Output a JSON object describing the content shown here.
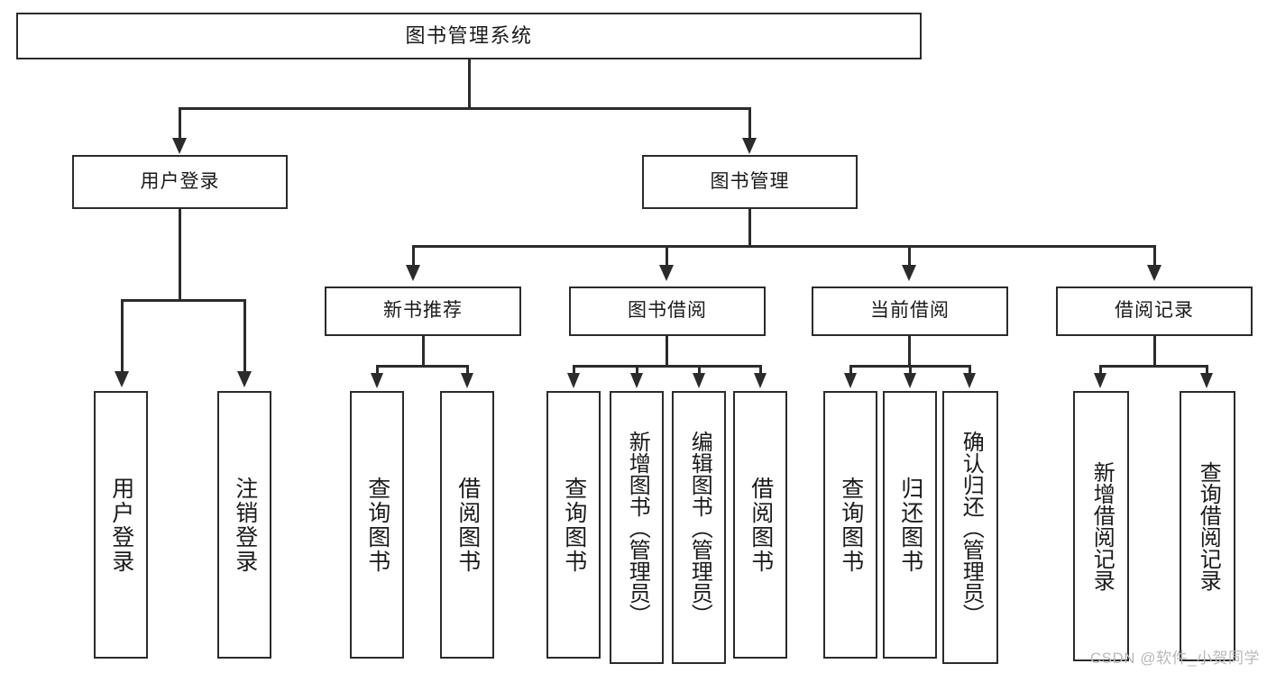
{
  "diagram": {
    "type": "tree",
    "title": "图书管理系统",
    "watermark": "CSDN @软件_小贺同学",
    "levels": {
      "root": {
        "label": "图书管理系统"
      },
      "level2": [
        {
          "label": "用户登录"
        },
        {
          "label": "图书管理"
        }
      ],
      "level3": [
        {
          "label": "新书推荐"
        },
        {
          "label": "图书借阅"
        },
        {
          "label": "当前借阅"
        },
        {
          "label": "借阅记录"
        }
      ],
      "leaves": {
        "user_login": [
          {
            "label": "用户登录"
          },
          {
            "label": "注销登录"
          }
        ],
        "new_book_recommend": [
          {
            "label": "查询图书"
          },
          {
            "label": "借阅图书"
          }
        ],
        "book_borrow": [
          {
            "label": "查询图书"
          },
          {
            "label": "新增图书（管理员）"
          },
          {
            "label": "编辑图书（管理员）"
          },
          {
            "label": "借阅图书"
          }
        ],
        "current_borrow": [
          {
            "label": "查询图书"
          },
          {
            "label": "归还图书"
          },
          {
            "label": "确认归还（管理员）"
          }
        ],
        "borrow_record": [
          {
            "label": "新增借阅记录"
          },
          {
            "label": "查询借阅记录"
          }
        ]
      }
    },
    "colors": {
      "stroke": "#2b2b2b",
      "fill": "#ffffff",
      "text": "#1a1a1a",
      "watermark": "#b9b9b9"
    }
  }
}
